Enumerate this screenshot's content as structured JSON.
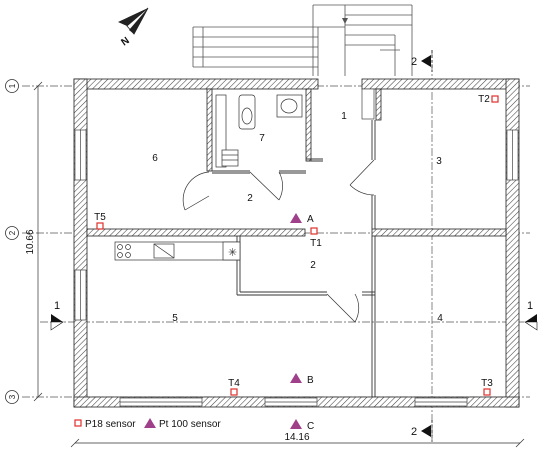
{
  "rooms": [
    {
      "id": "r1",
      "label": "1"
    },
    {
      "id": "r2a",
      "label": "2"
    },
    {
      "id": "r2b",
      "label": "2"
    },
    {
      "id": "r3",
      "label": "3"
    },
    {
      "id": "r4",
      "label": "4"
    },
    {
      "id": "r5",
      "label": "5"
    },
    {
      "id": "r6",
      "label": "6"
    },
    {
      "id": "r7",
      "label": "7"
    }
  ],
  "sensors": {
    "p18": [
      "T1",
      "T2",
      "T3",
      "T4",
      "T5"
    ],
    "pt100": [
      "A",
      "B",
      "C"
    ]
  },
  "axes": [
    "1",
    "2",
    "3"
  ],
  "sections": {
    "left": "1",
    "right": "1",
    "top": "2",
    "bottom": "2"
  },
  "dimensions": {
    "width": "14.16",
    "height": "10.66"
  },
  "legend": {
    "p18": "P18 sensor",
    "pt100": "Pt 100 sensor"
  },
  "north": "N",
  "colors": {
    "sensor_red": "#e0302a",
    "pt100_purple": "#a0408a",
    "wall": "#333333"
  }
}
